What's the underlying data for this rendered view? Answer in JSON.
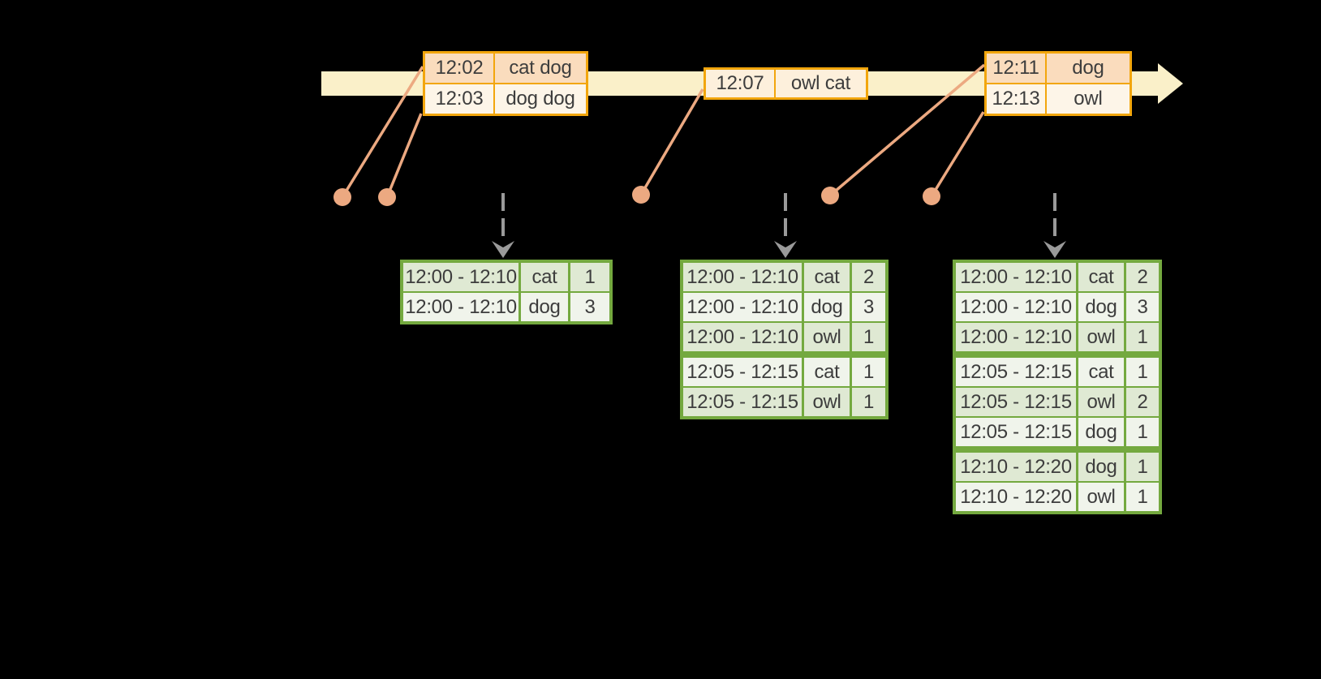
{
  "timeline": {
    "batches": [
      {
        "rows": [
          {
            "time": "12:02",
            "words": "cat dog"
          },
          {
            "time": "12:03",
            "words": "dog dog"
          }
        ]
      },
      {
        "rows": [
          {
            "time": "12:07",
            "words": "owl cat"
          }
        ]
      },
      {
        "rows": [
          {
            "time": "12:11",
            "words": "dog"
          },
          {
            "time": "12:13",
            "words": "owl"
          }
        ]
      }
    ]
  },
  "result_tables": [
    {
      "rows": [
        {
          "window": "12:00 - 12:10",
          "word": "cat",
          "count": "1"
        },
        {
          "window": "12:00 - 12:10",
          "word": "dog",
          "count": "3"
        }
      ]
    },
    {
      "rows": [
        {
          "window": "12:00 - 12:10",
          "word": "cat",
          "count": "2"
        },
        {
          "window": "12:00 - 12:10",
          "word": "dog",
          "count": "3"
        },
        {
          "window": "12:00 - 12:10",
          "word": "owl",
          "count": "1"
        },
        {
          "window": "12:05 - 12:15",
          "word": "cat",
          "count": "1"
        },
        {
          "window": "12:05 - 12:15",
          "word": "owl",
          "count": "1"
        }
      ]
    },
    {
      "rows": [
        {
          "window": "12:00 - 12:10",
          "word": "cat",
          "count": "2"
        },
        {
          "window": "12:00 - 12:10",
          "word": "dog",
          "count": "3"
        },
        {
          "window": "12:00 - 12:10",
          "word": "owl",
          "count": "1"
        },
        {
          "window": "12:05 - 12:15",
          "word": "cat",
          "count": "1"
        },
        {
          "window": "12:05 - 12:15",
          "word": "owl",
          "count": "2"
        },
        {
          "window": "12:05 - 12:15",
          "word": "dog",
          "count": "1"
        },
        {
          "window": "12:10 - 12:20",
          "word": "dog",
          "count": "1"
        },
        {
          "window": "12:10 - 12:20",
          "word": "owl",
          "count": "1"
        }
      ]
    }
  ],
  "colors": {
    "background": "#000000",
    "timeline_band": "#faf0c9",
    "event_table_border": "#f2a60d",
    "event_row_dark": "#fadcbd",
    "event_row_light": "#fdf5e8",
    "event_row_single": "#fdf0dc",
    "connector_line": "#eca981",
    "trigger_arrow": "#9a9a9a",
    "result_table_border": "#74a93f",
    "result_row_dark": "#dfe9d3",
    "result_row_light": "#f0f4eb",
    "text": "#3d3d3d"
  }
}
